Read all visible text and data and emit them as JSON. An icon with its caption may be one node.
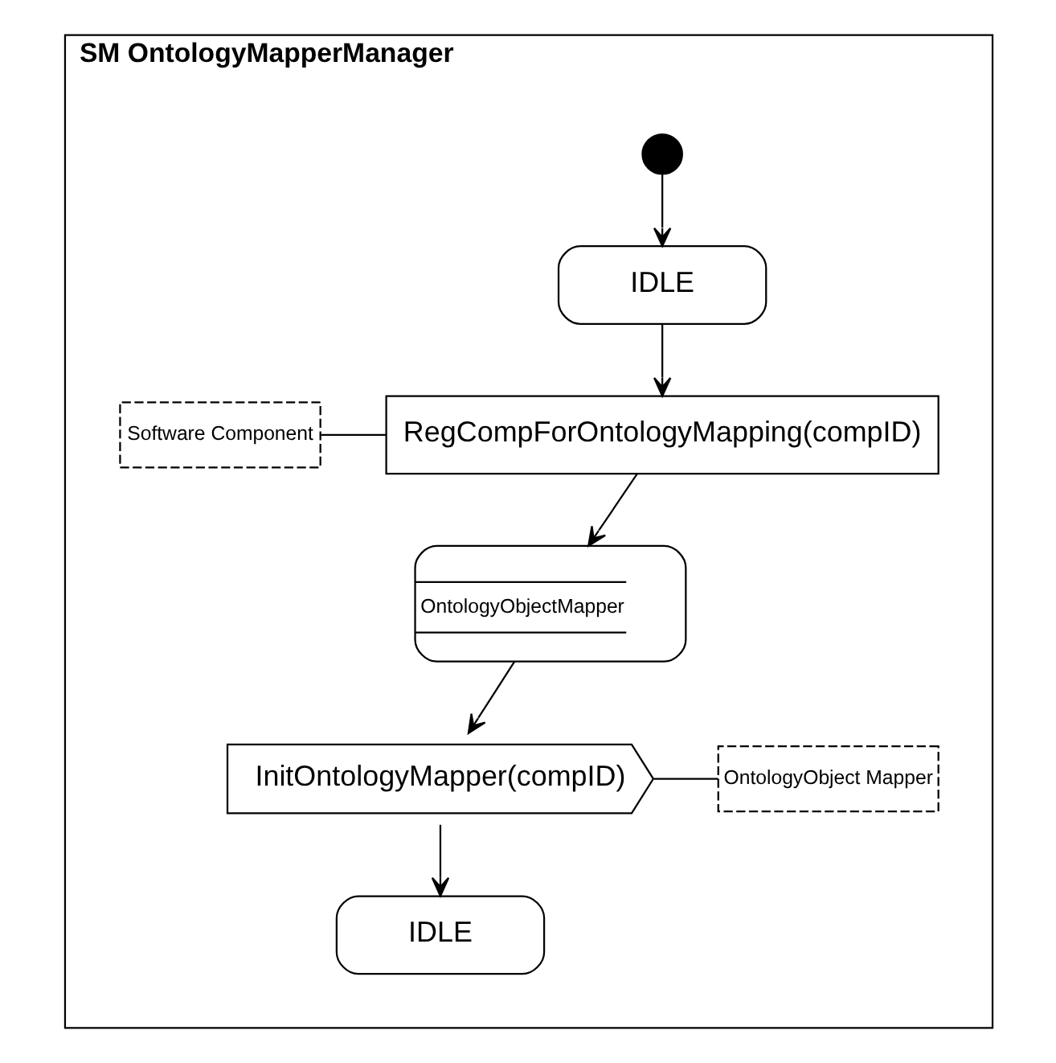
{
  "diagram": {
    "nodes": [
      {
        "text": [
          "SM OntologyMapperManager"
        ]
      },
      {
        "text": [],
        "shape": "circle",
        "in": 0
      },
      {
        "text": [
          "IDLE"
        ],
        "in": 0
      },
      {
        "text": [
          "Software Component"
        ],
        "in": 0
      },
      {
        "text": [
          "RegCompForOntologyMapping(compID)"
        ],
        "in": 0
      },
      {
        "text": [
          "OntologyObjectMapper"
        ],
        "in": 0
      },
      {
        "text": [
          "InitOntologyMapper(compID)"
        ],
        "in": 0
      },
      {
        "text": [
          "OntologyObject Mapper"
        ],
        "in": 0
      },
      {
        "text": [
          "IDLE"
        ],
        "in": 0
      }
    ],
    "edges": [
      {
        "from": 1,
        "to": 2,
        "arrow": "to"
      },
      {
        "from": 2,
        "to": 4,
        "arrow": "to"
      },
      {
        "from": 3,
        "to": 4,
        "arrow": "none"
      },
      {
        "from": 4,
        "to": 5,
        "arrow": "to"
      },
      {
        "from": 5,
        "to": 6,
        "arrow": "to"
      },
      {
        "from": 6,
        "to": 7,
        "arrow": "none"
      },
      {
        "from": 6,
        "to": 8,
        "arrow": "to"
      }
    ]
  }
}
